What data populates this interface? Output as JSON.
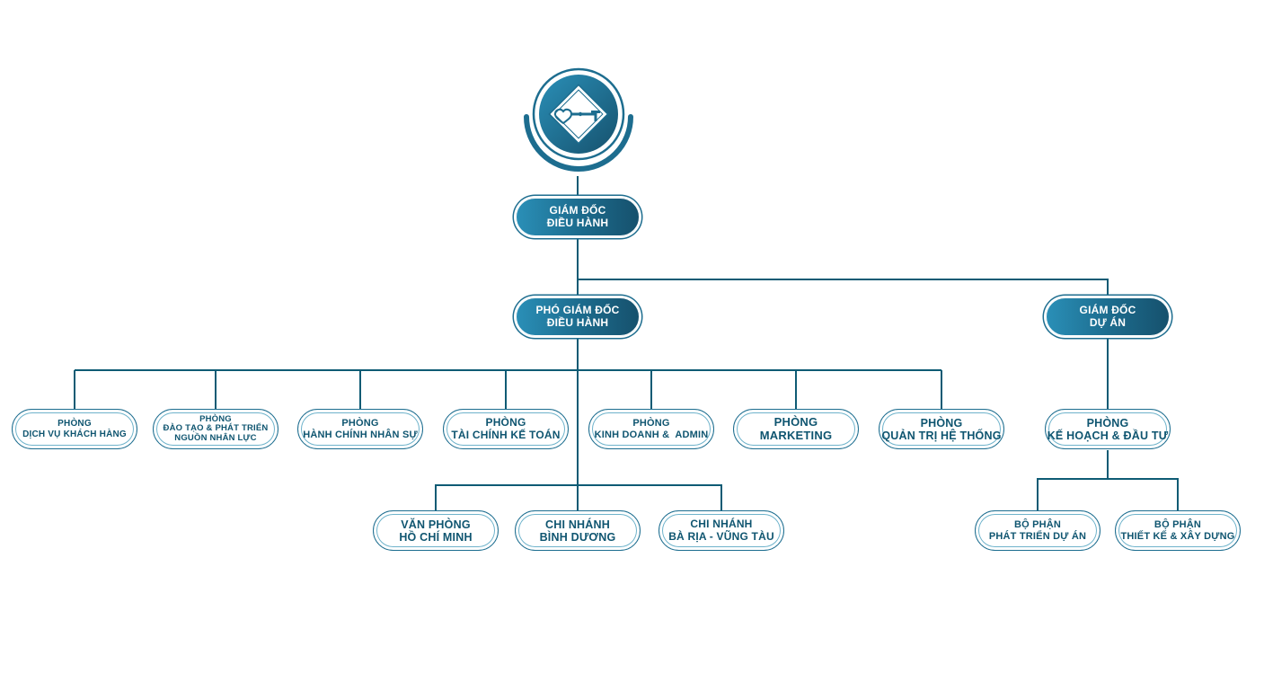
{
  "colors": {
    "line": "#0e5b74",
    "dark": "#16516d",
    "light": "#2a8fb7",
    "text": "#0f5570"
  },
  "logo": {
    "icon": "key-diamond-logo-icon"
  },
  "nodes": {
    "ceo": {
      "line1": "GIÁM ĐỐC",
      "line2": "ĐIỀU HÀNH"
    },
    "deputy": {
      "line1": "PHÓ GIÁM ĐỐC",
      "line2": "ĐIỀU HÀNH"
    },
    "project_dir": {
      "line1": "GIÁM ĐỐC",
      "line2": "DỰ ÁN"
    },
    "customer": {
      "line1": "PHÒNG",
      "line2": "DỊCH VỤ KHÁCH HÀNG"
    },
    "training": {
      "line1": "PHÒNG",
      "line2": "ĐÀO TẠO & PHÁT TRIỂN",
      "line3": "NGUỒN NHÂN LỰC"
    },
    "hr": {
      "line1": "PHÒNG",
      "line2": "HÀNH CHÍNH NHÂN SỰ"
    },
    "finance": {
      "line1": "PHÒNG",
      "line2": "TÀI CHÍNH KẾ TOÁN"
    },
    "sales": {
      "line1": "PHÒNG",
      "line2": "KINH DOANH &  ADMIN"
    },
    "marketing": {
      "line1": "PHÒNG",
      "line2": "MARKETING"
    },
    "it": {
      "line1": "PHÒNG",
      "line2": "QUẢN TRỊ HỆ THỐNG"
    },
    "planning": {
      "line1": "PHÒNG",
      "line2": "KẾ HOẠCH & ĐẦU TƯ"
    },
    "hcm": {
      "line1": "VĂN PHÒNG",
      "line2": "HỒ CHÍ MINH"
    },
    "binhduong": {
      "line1": "CHI NHÁNH",
      "line2": "BÌNH DƯƠNG"
    },
    "baria": {
      "line1": "CHI NHÁNH",
      "line2": "BÀ RỊA - VŨNG TÀU"
    },
    "dev": {
      "line1": "BỘ PHẬN",
      "line2": "PHÁT TRIỂN DỰ ÁN"
    },
    "design": {
      "line1": "BỘ PHẬN",
      "line2": "THIẾT KẾ & XÂY DỰNG"
    }
  }
}
